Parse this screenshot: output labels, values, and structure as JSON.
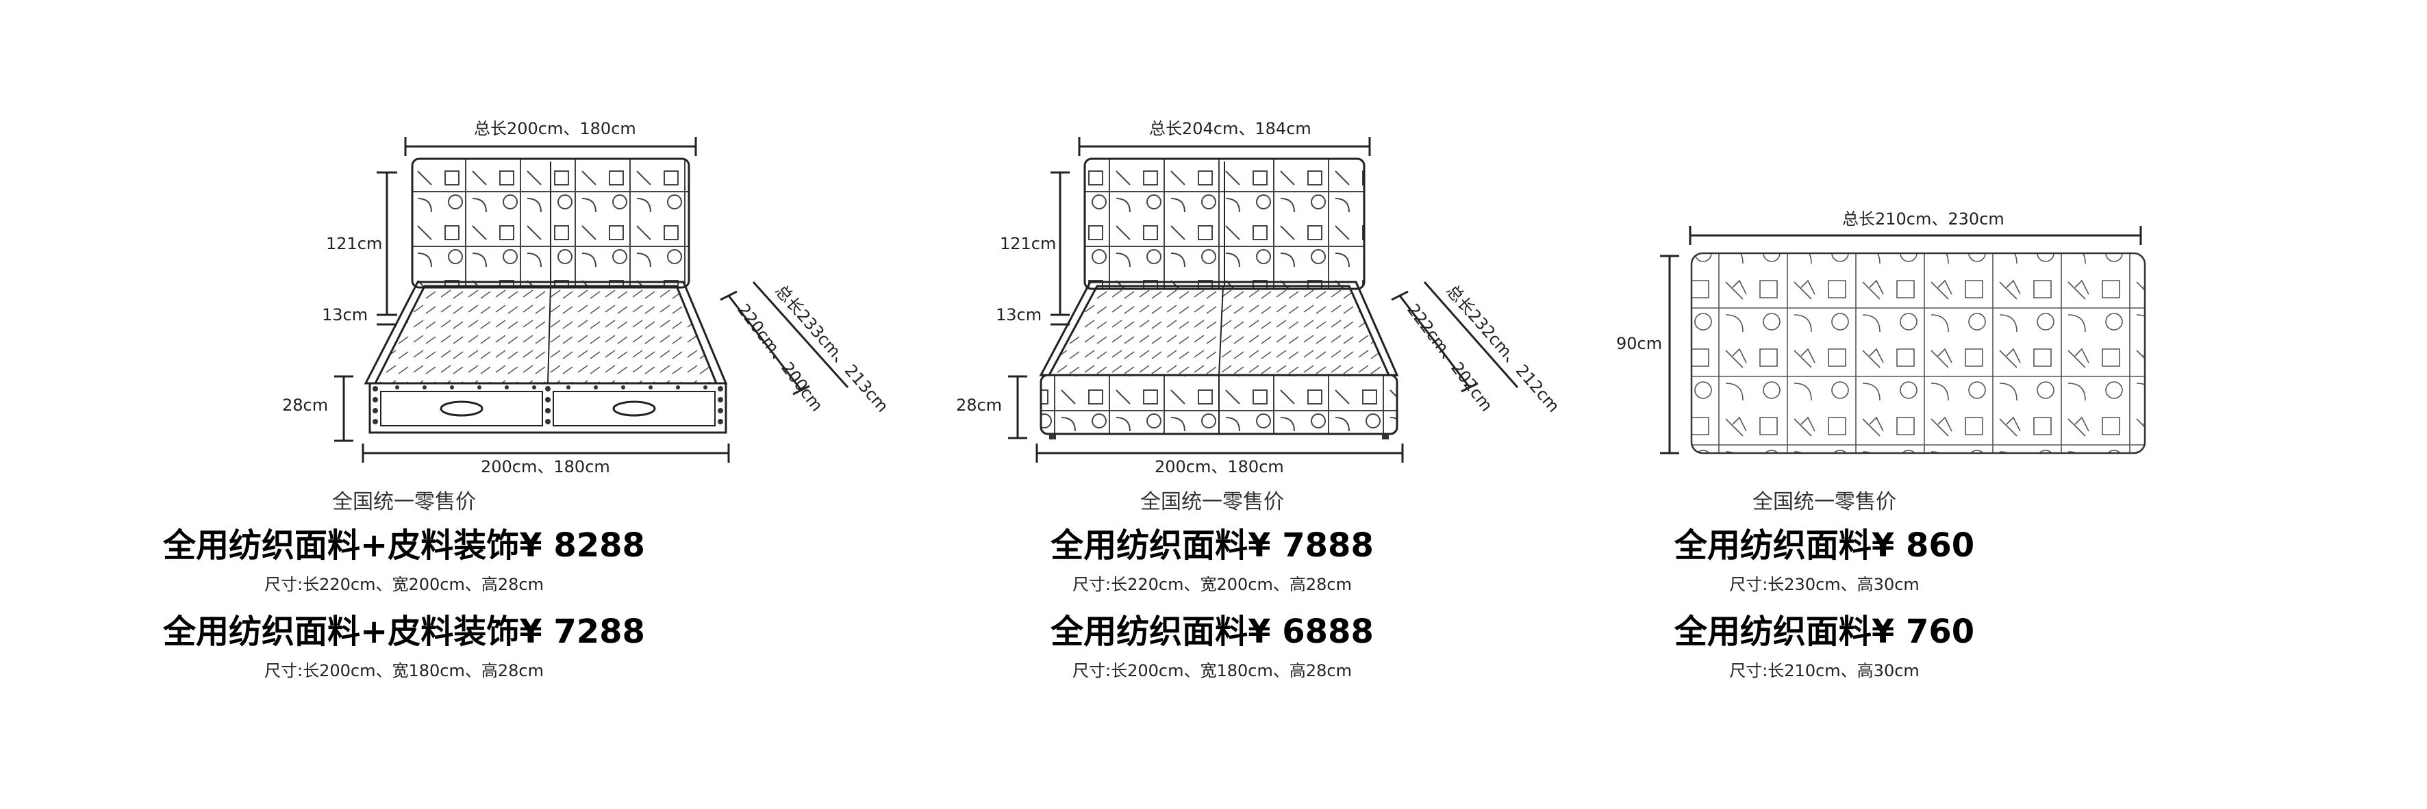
{
  "products": [
    {
      "dims": {
        "top": "总长200cm、180cm",
        "headboard_height": "121cm",
        "frame_height": "13cm",
        "base_height": "28cm",
        "bottom": "200cm、180cm",
        "inner_length": "220cm、200cm",
        "total_length": "总长233cm、213cm"
      },
      "retail_label": "全国统一零售价",
      "options": [
        {
          "price": "全用纺织面料+皮料装饰¥ 8288",
          "size": "尺寸:长220cm、宽200cm、高28cm"
        },
        {
          "price": "全用纺织面料+皮料装饰¥ 7288",
          "size": "尺寸:长200cm、宽180cm、高28cm"
        }
      ]
    },
    {
      "dims": {
        "top": "总长204cm、184cm",
        "headboard_height": "121cm",
        "frame_height": "13cm",
        "base_height": "28cm",
        "bottom": "200cm、180cm",
        "inner_length": "222cm、202cm",
        "total_length": "总长232cm、212cm"
      },
      "retail_label": "全国统一零售价",
      "options": [
        {
          "price": "全用纺织面料¥ 7888",
          "size": "尺寸:长220cm、宽200cm、高28cm"
        },
        {
          "price": "全用纺织面料¥ 6888",
          "size": "尺寸:长200cm、宽180cm、高28cm"
        }
      ]
    },
    {
      "dims": {
        "top": "总长210cm、230cm",
        "height": "90cm"
      },
      "retail_label": "全国统一零售价",
      "options": [
        {
          "price": "全用纺织面料¥ 860",
          "size": "尺寸:长230cm、高30cm"
        },
        {
          "price": "全用纺织面料¥ 760",
          "size": "尺寸:长210cm、高30cm"
        }
      ]
    }
  ]
}
